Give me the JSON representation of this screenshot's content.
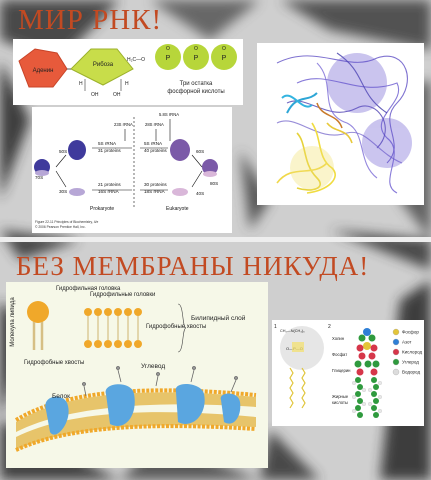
{
  "slide1": {
    "title": "МИР РНК!",
    "nucleotide": {
      "base": "Аденин",
      "sugar": "Рибоза",
      "h": "H",
      "oh": "OH",
      "ch2o": "H₂C—O",
      "phosphate_p": "P",
      "phosphate_o": "O",
      "phosphate_label_1": "Три остатка",
      "phosphate_label_2": "фосфорной кислоты"
    },
    "ribosome": {
      "prok_large": "50S",
      "prok_small": "30S",
      "prok_whole": "70S",
      "euk_large": "60S",
      "euk_small": "40S",
      "euk_whole": "80S",
      "rrna_23": "23S rRNA",
      "rrna_5_a": "5S rRNA",
      "prot_31": "31 proteins",
      "rrna_28": "28S rRNA",
      "rrna_58": "5.8S rRNA",
      "rrna_5_b": "5S rRNA",
      "prot_40": "40 proteins",
      "prot_21": "21 proteins",
      "rrna_16": "16S rRNA",
      "prot_30": "30 proteins",
      "rrna_18": "18S rRNA",
      "label_prok": "Prokaryote",
      "label_euk": "Eukaryote",
      "caption_1": "Figure 22-11 Principles of Biochemistry, 4/e",
      "caption_2": "© 2006 Pearson Prentice Hall, Inc."
    }
  },
  "slide2": {
    "title": "БЕЗ МЕМБРАНЫ НИКУДА!",
    "membrane": {
      "lipid_molecule": "Молекула липида",
      "hydrophilic_head": "Гидрофильная головка",
      "hydrophilic_heads": "Гидрофильные головки",
      "hydrophobic_tails_left": "Гидрофобные хвосты",
      "hydrophobic_tails_right": "Гидрофобные хвосты",
      "bilayer": "Билипидный слой",
      "carbohydrate": "Углевод",
      "protein": "Белок"
    },
    "phospholipid": {
      "num_1": "1",
      "num_2": "2",
      "choline": "Холин",
      "phosphate": "Фосфат",
      "glycerol": "Глицерин",
      "fatty_acids": "Жирные кислоты",
      "formula_top": "CH₂—N(CH₃)₃",
      "formula_o": "O—P—O",
      "legend": [
        {
          "name": "Фосфор",
          "color": "#e3c53a"
        },
        {
          "name": "Азот",
          "color": "#2f7fd6"
        },
        {
          "name": "Кислород",
          "color": "#d6364a"
        },
        {
          "name": "Углерод",
          "color": "#2f9a3e"
        },
        {
          "name": "Водород",
          "color": "#dcdcdc"
        }
      ]
    }
  }
}
